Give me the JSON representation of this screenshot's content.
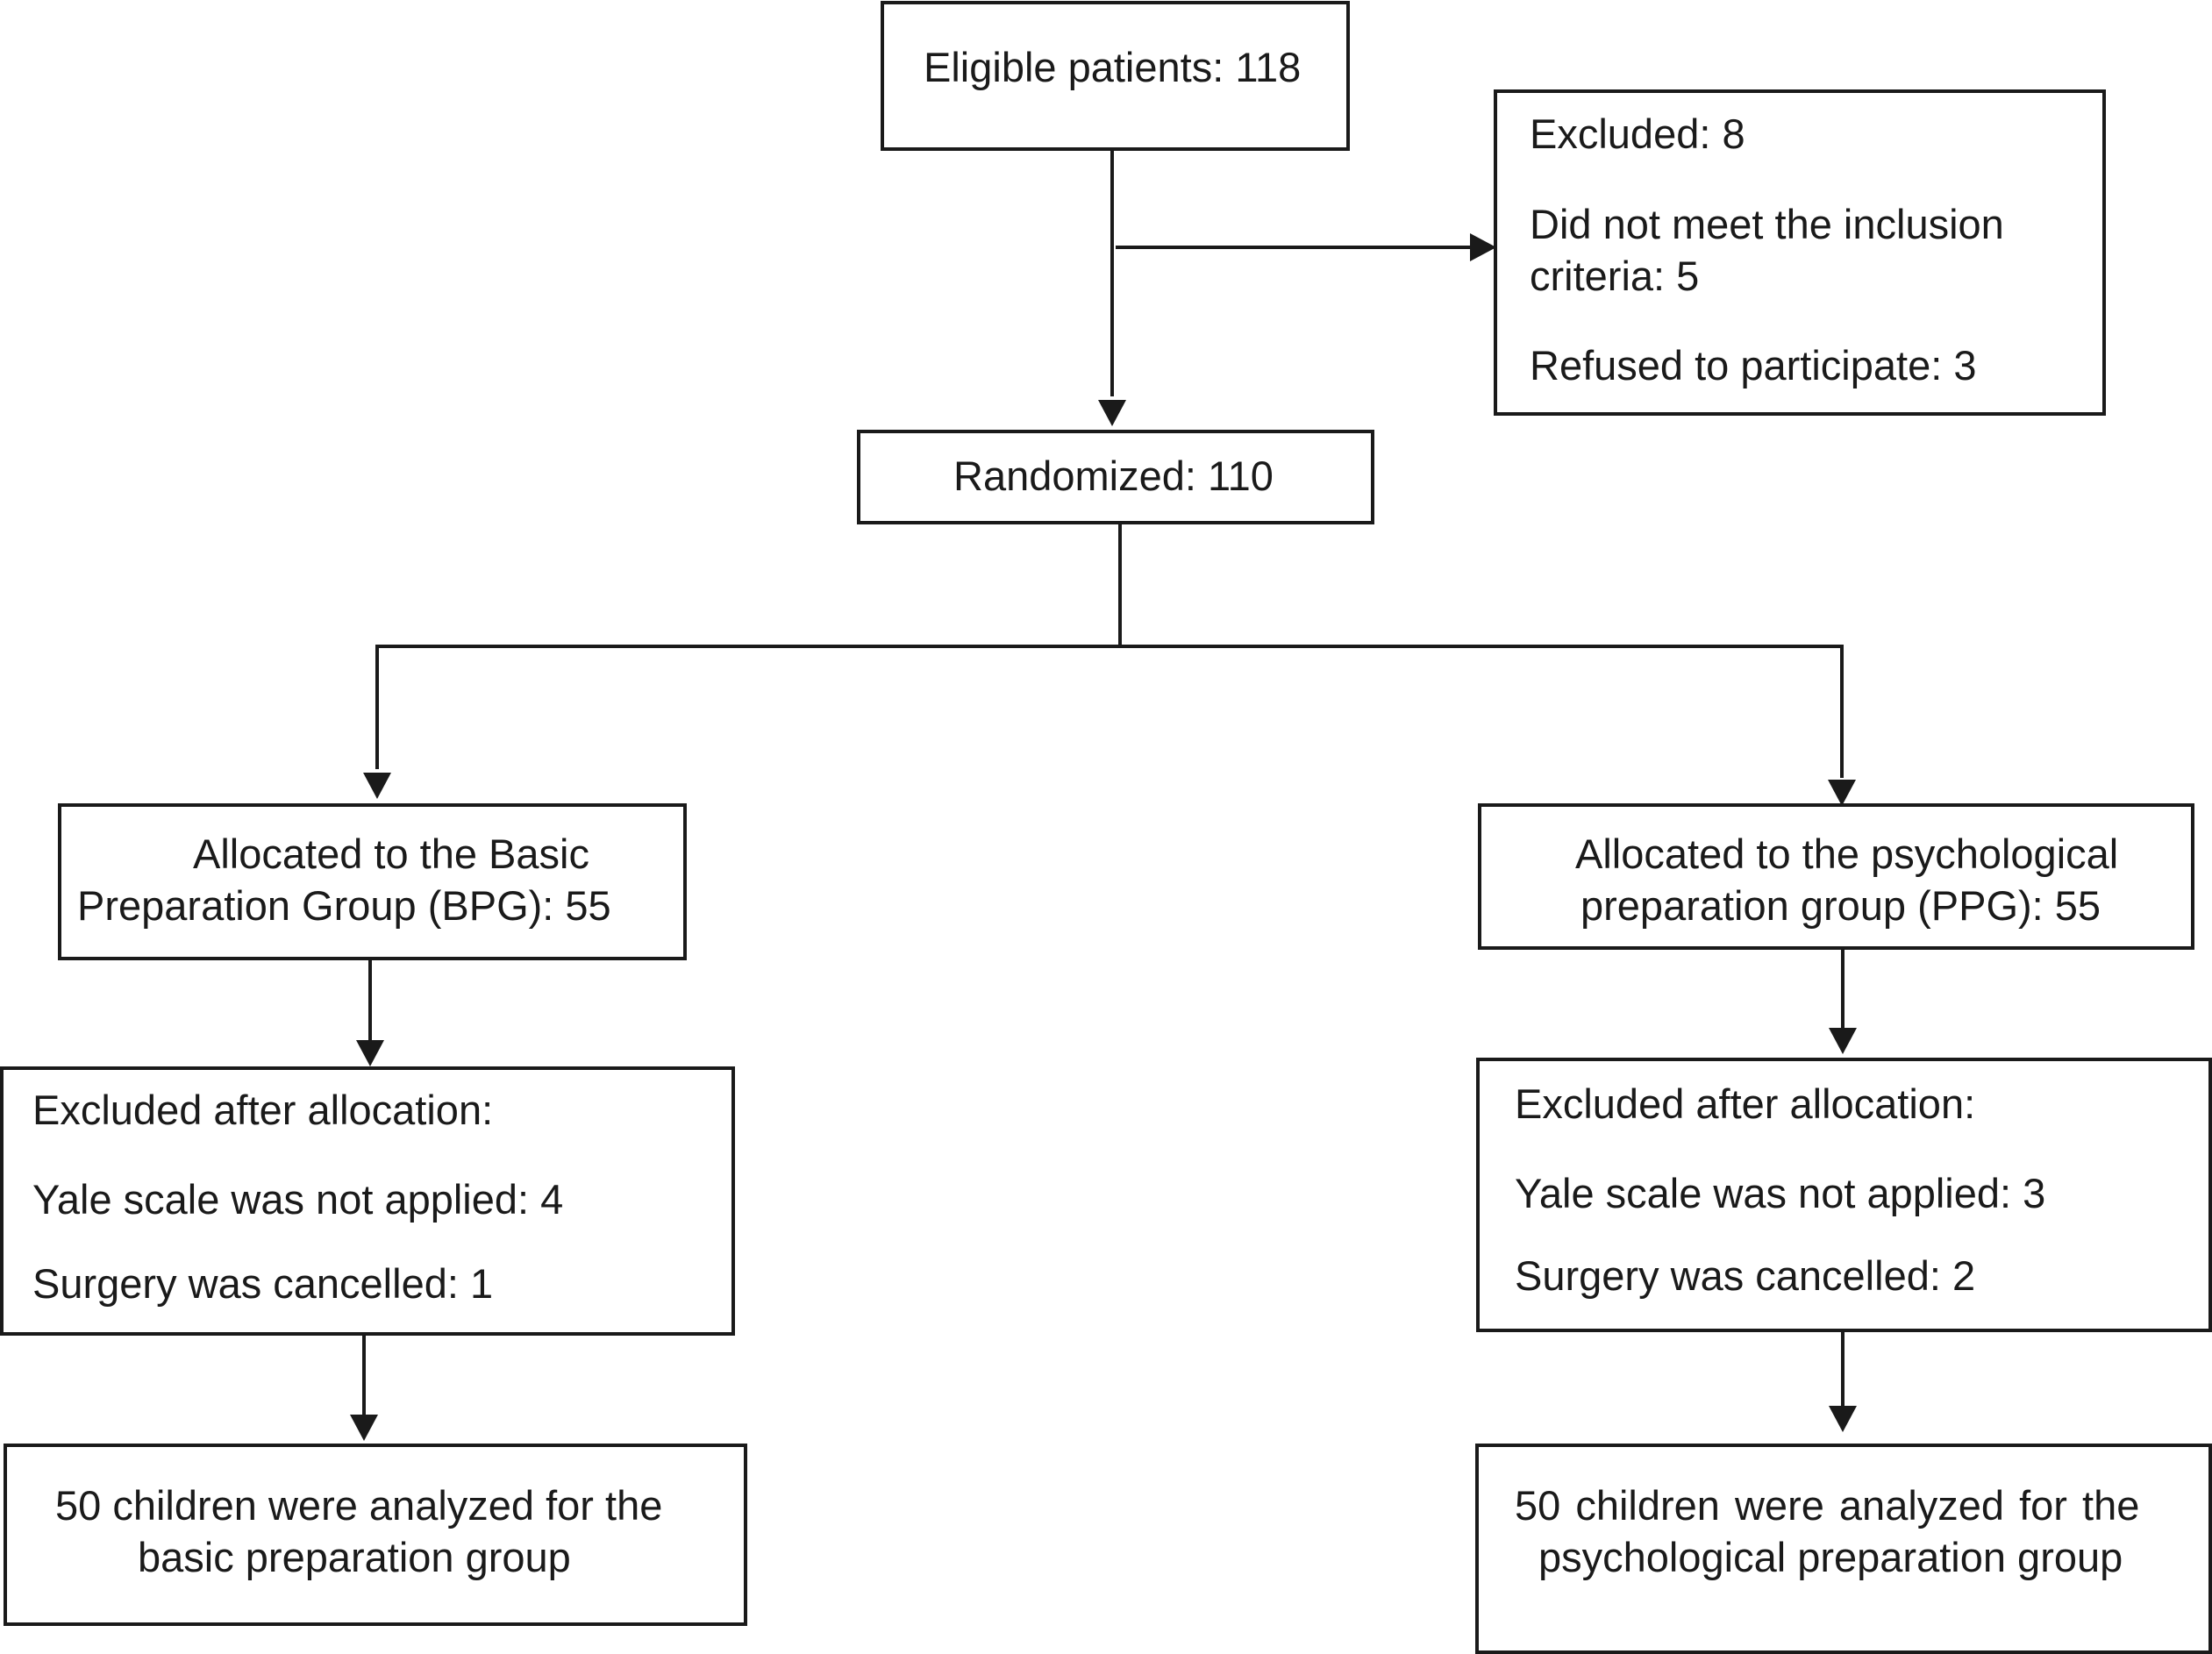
{
  "flowchart": {
    "eligible": {
      "text": "Eligible patients: 118"
    },
    "excluded": {
      "title": "Excluded: 8",
      "reason1_line1": "Did not meet the inclusion",
      "reason1_line2": "criteria: 5",
      "reason2": "Refused to participate: 3"
    },
    "randomized": {
      "text": "Randomized: 110"
    },
    "bpg_alloc": {
      "line1": "Allocated to the Basic",
      "line2": "Preparation Group (BPG): 55"
    },
    "ppg_alloc": {
      "line1": "Allocated to the psychological",
      "line2": "preparation group (PPG): 55"
    },
    "bpg_excluded": {
      "title": "Excluded after allocation:",
      "reason1": "Yale scale was not applied: 4",
      "reason2": "Surgery was cancelled: 1"
    },
    "ppg_excluded": {
      "title": "Excluded after allocation:",
      "reason1": "Yale scale was not applied: 3",
      "reason2": "Surgery was cancelled: 2"
    },
    "bpg_analyzed": {
      "line1": "50 children were analyzed for the",
      "line2": "basic preparation group"
    },
    "ppg_analyzed": {
      "line1": "50 children were analyzed for the",
      "line2": "psychological preparation group"
    }
  }
}
